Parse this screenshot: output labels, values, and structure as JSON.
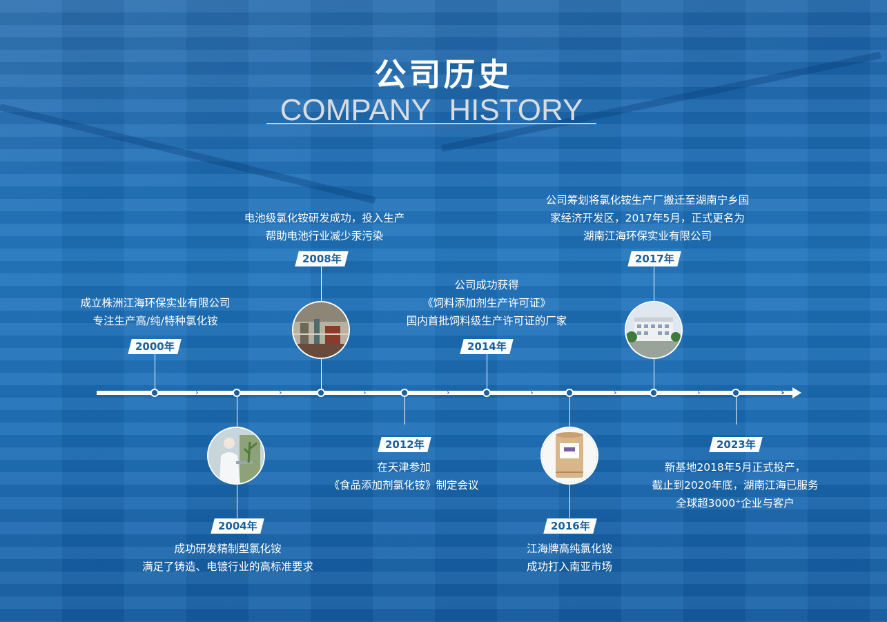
{
  "header": {
    "title_cn": "公司历史",
    "title_en": "COMPANY  HISTORY"
  },
  "timeline": [
    {
      "year": "2000年",
      "lines": [
        "成立株洲江海环保实业有限公司",
        "专注生产高/纯/特种氯化铵"
      ]
    },
    {
      "year": "2004年",
      "lines": [
        "成功研发精制型氯化铵",
        "满足了铸造、电镀行业的高标准要求"
      ],
      "photo": "lab-worker-photo"
    },
    {
      "year": "2008年",
      "lines": [
        "电池级氯化铵研发成功，投入生产",
        "帮助电池行业减少汞污染"
      ],
      "photo": "factory-equipment-photo"
    },
    {
      "year": "2012年",
      "lines": [
        "在天津参加",
        "《食品添加剂氯化铵》制定会议"
      ]
    },
    {
      "year": "2014年",
      "lines": [
        "公司成功获得",
        "《饲料添加剂生产许可证》",
        "国内首批饲料级生产许可证的厂家"
      ]
    },
    {
      "year": "2016年",
      "lines": [
        "江海牌高纯氯化铵",
        "成功打入南亚市场"
      ],
      "photo": "product-drum-photo"
    },
    {
      "year": "2017年",
      "lines": [
        "公司筹划将氯化铵生产厂搬迁至湖南宁乡国",
        "家经济开发区，2017年5月，正式更名为",
        "湖南江海环保实业有限公司"
      ],
      "photo": "company-building-photo"
    },
    {
      "year": "2023年",
      "lines": [
        "新基地2018年5月正式投产，",
        "截止到2020年底，湖南江海已服务",
        "全球超3000⁺企业与客户"
      ]
    }
  ],
  "colors": {
    "background": "#1e6fb8",
    "year_text": "#1a5f9c",
    "axis": "#ffffff"
  }
}
